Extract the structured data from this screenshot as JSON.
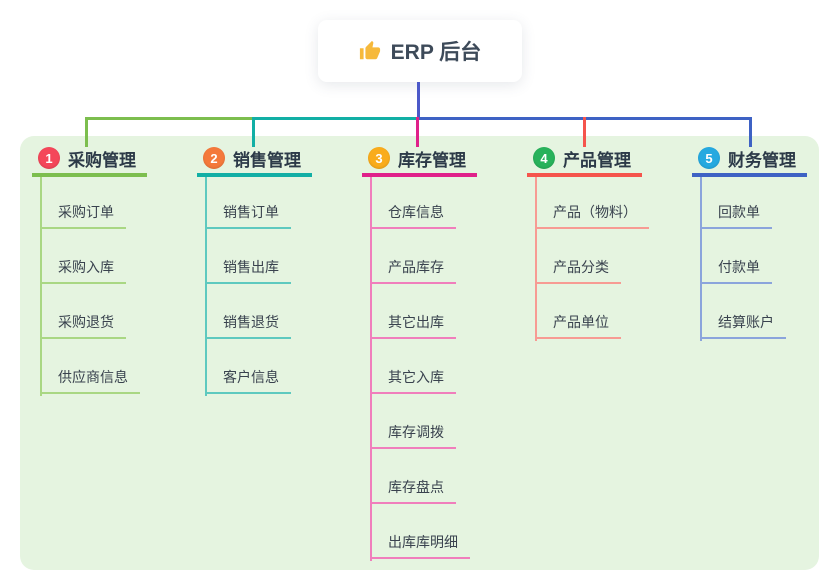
{
  "root": {
    "label": "ERP 后台",
    "icon": "thumbs-up-icon"
  },
  "colors": {
    "panel_bg": "#E5F4E0",
    "root_stem": "#4C59C9",
    "root_text": "#3D4A59",
    "header_text": "#2C3A48",
    "child_text": "#39424E",
    "thumb_icon": "#F6B93B"
  },
  "branches": [
    {
      "index": "1",
      "label": "采购管理",
      "badge_color": "#F4475A",
      "line_color": "#7CBE4E",
      "child_line_color": "#A9D783",
      "children": [
        "采购订单",
        "采购入库",
        "采购退货",
        "供应商信息"
      ]
    },
    {
      "index": "2",
      "label": "销售管理",
      "badge_color": "#F4793B",
      "line_color": "#12AFA5",
      "child_line_color": "#5EC9BF",
      "children": [
        "销售订单",
        "销售出库",
        "销售退货",
        "客户信息"
      ]
    },
    {
      "index": "3",
      "label": "库存管理",
      "badge_color": "#F9AC1C",
      "line_color": "#E0218A",
      "child_line_color": "#F07EBC",
      "children": [
        "仓库信息",
        "产品库存",
        "其它出库",
        "其它入库",
        "库存调拨",
        "库存盘点",
        "出库库明细"
      ]
    },
    {
      "index": "4",
      "label": "产品管理",
      "badge_color": "#28B25B",
      "line_color": "#F5544C",
      "child_line_color": "#F79B93",
      "children": [
        "产品（物料）",
        "产品分类",
        "产品单位"
      ]
    },
    {
      "index": "5",
      "label": "财务管理",
      "badge_color": "#25A9E0",
      "line_color": "#3E62C4",
      "child_line_color": "#8BA4DC",
      "children": [
        "回款单",
        "付款单",
        "结算账户"
      ]
    }
  ]
}
